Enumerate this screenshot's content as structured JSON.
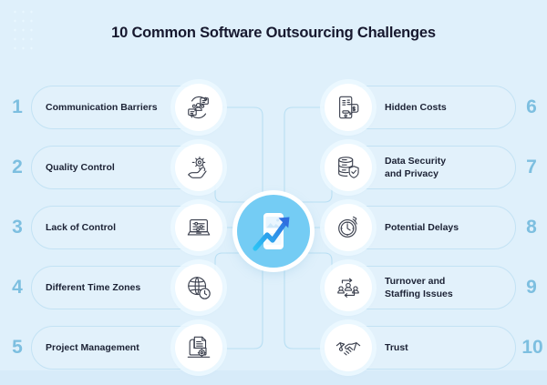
{
  "page": {
    "title": "10 Common Software Outsourcing Challenges",
    "background_color": "#dff0fb",
    "accent_color": "#74ccf4",
    "number_color": "#7dbfe0",
    "text_color": "#1c2235"
  },
  "center": {
    "name": "growth-chart-hub",
    "icon": "phone-growth-arrow-icon",
    "circle_color": "#74ccf4",
    "arrow_gradient": [
      "#2bb5f0",
      "#2f6fe0"
    ]
  },
  "left_column": [
    {
      "number": "1",
      "label": "Communication Barriers",
      "label_line2": "",
      "icon": "video-conference-icon"
    },
    {
      "number": "2",
      "label": "Quality Control",
      "label_line2": "",
      "icon": "hand-gear-quality-icon"
    },
    {
      "number": "3",
      "label": "Lack of Control",
      "label_line2": "",
      "icon": "laptop-settings-icon"
    },
    {
      "number": "4",
      "label": "Different Time Zones",
      "label_line2": "",
      "icon": "globe-clock-icon"
    },
    {
      "number": "5",
      "label": "Project Management",
      "label_line2": "",
      "icon": "folder-gear-documents-icon"
    }
  ],
  "right_column": [
    {
      "number": "6",
      "label": "Hidden Costs",
      "label_line2": "",
      "icon": "invoice-dollar-icon"
    },
    {
      "number": "7",
      "label": "Data Security",
      "label_line2": "and Privacy",
      "icon": "database-shield-icon"
    },
    {
      "number": "8",
      "label": "Potential Delays",
      "label_line2": "",
      "icon": "stopwatch-clock-icon"
    },
    {
      "number": "9",
      "label": "Turnover and",
      "label_line2": "Staffing Issues",
      "icon": "staff-turnover-icon"
    },
    {
      "number": "10",
      "label": "Trust",
      "label_line2": "",
      "icon": "handshake-icon"
    }
  ]
}
